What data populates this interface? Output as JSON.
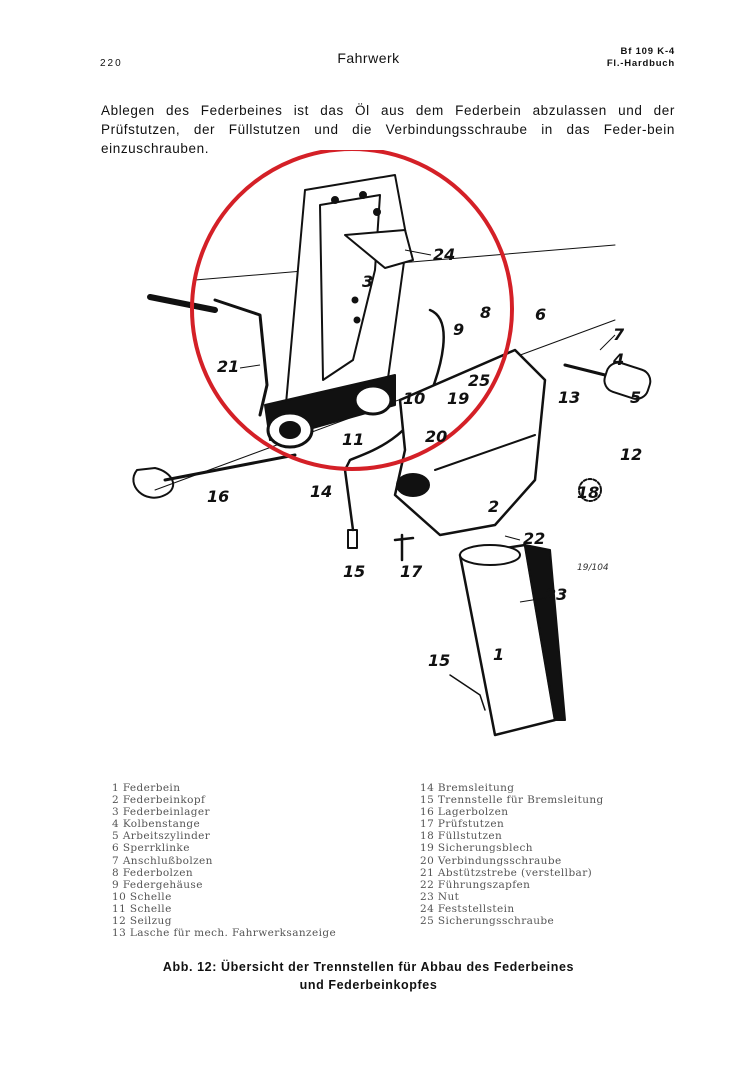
{
  "header": {
    "page_number": "220",
    "section_title": "Fahrwerk",
    "doc_id_line1": "Bf  109  K-4",
    "doc_id_line2": "Fl.-Hardbuch"
  },
  "body_text": "Ablegen des Federbeines ist das Öl aus dem Federbein abzulassen und der Prüfstutzen, der Füllstutzen und die Verbindungsschraube in das Feder-bein einzuschrauben.",
  "figure": {
    "callouts": [
      "24",
      "3",
      "8",
      "6",
      "7",
      "9",
      "4",
      "21",
      "25",
      "5",
      "10",
      "19",
      "13",
      "11",
      "20",
      "12",
      "16",
      "14",
      "18",
      "2",
      "22",
      "15",
      "17",
      "23",
      "1",
      "15"
    ],
    "drawing_number": "19/104",
    "highlight_color": "#d42027"
  },
  "legend": {
    "left": [
      "1  Federbein",
      "2  Federbeinkopf",
      "3  Federbeinlager",
      "4  Kolbenstange",
      "5  Arbeitszylinder",
      "6  Sperrklinke",
      "7  Anschlußbolzen",
      "8  Federbolzen",
      "9  Federgehäuse",
      "10  Schelle",
      "11  Schelle",
      "12  Seilzug",
      "13  Lasche für mech. Fahrwerksanzeige"
    ],
    "right": [
      "14  Bremsleitung",
      "15  Trennstelle für Bremsleitung",
      "16  Lagerbolzen",
      "17  Prüfstutzen",
      "18  Füllstutzen",
      "19  Sicherungsblech",
      "20  Verbindungsschraube",
      "21  Abstützstrebe (verstellbar)",
      "22  Führungszapfen",
      "23  Nut",
      "24  Feststellstein",
      "25  Sicherungsschraube"
    ]
  },
  "caption": {
    "line1": "Abb. 12: Übersicht der Trennstellen für Abbau des Federbeines",
    "line2": "und Federbeinkopfes"
  }
}
